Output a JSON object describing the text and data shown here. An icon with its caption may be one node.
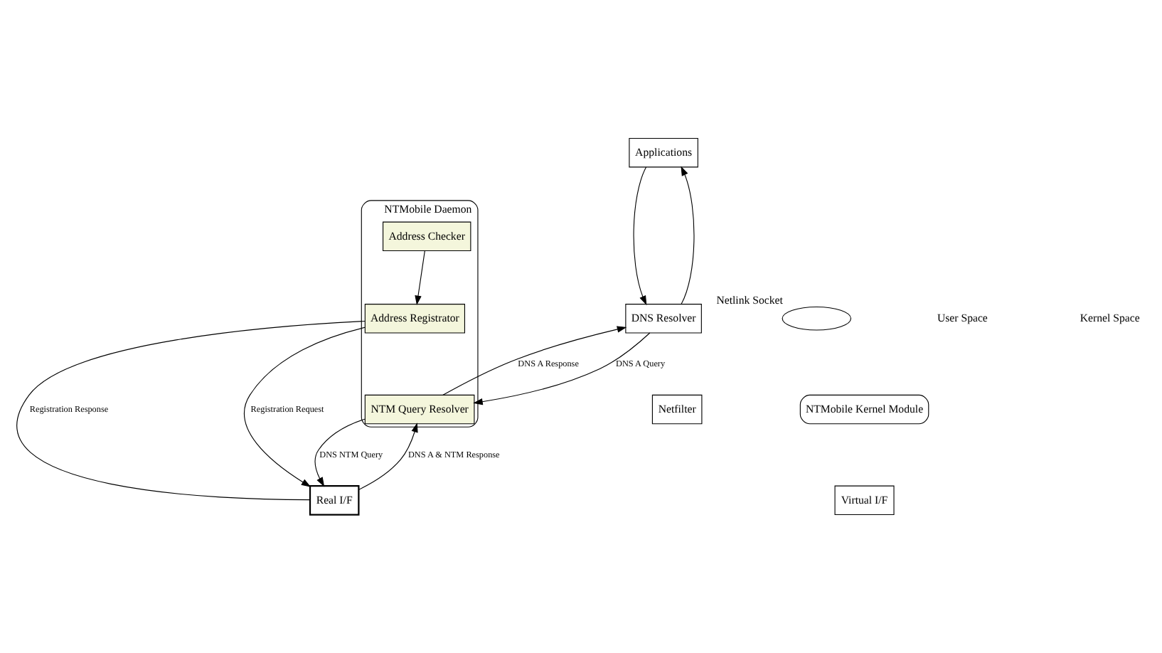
{
  "diagram": {
    "nodes": [
      {
        "text": [
          "Applications"
        ]
      },
      {
        "text": [
          "NTMobile Daemon"
        ]
      },
      {
        "text": [
          "Address Registrator"
        ],
        "in": 1
      },
      {
        "text": [
          "Address Checker"
        ],
        "in": 1
      },
      {
        "text": [
          "NTM Query Resolver"
        ],
        "in": 1
      },
      {
        "text": [
          "DNS Resolver"
        ]
      },
      {
        "text": [
          "Netfilter"
        ]
      },
      {
        "text": [
          "NTMobile Kernel Module"
        ]
      },
      {
        "text": [
          "Real I/F"
        ]
      },
      {
        "text": [
          "Virtual I/F"
        ]
      },
      {
        "text": [],
        "shape": "ellipse",
        "beside": [
          "Netlink Socket"
        ]
      }
    ],
    "edges": [
      {
        "from": 3,
        "to": 2,
        "arrow": "to"
      },
      {
        "from": 0,
        "to": 5,
        "arrow": "to"
      },
      {
        "from": 5,
        "to": 0,
        "arrow": "to"
      },
      {
        "from": 8,
        "to": 2,
        "arrow": "none",
        "label": "Registration Response"
      },
      {
        "from": 2,
        "to": 8,
        "arrow": "to",
        "label": "Registration Request"
      },
      {
        "from": 4,
        "to": 8,
        "arrow": "to",
        "label": "DNS NTM Query"
      },
      {
        "from": 5,
        "to": 4,
        "arrow": "to",
        "label": "DNS A Query"
      },
      {
        "from": 4,
        "to": 5,
        "arrow": "to",
        "label": "DNS A Response"
      },
      {
        "from": 8,
        "to": 4,
        "arrow": "to",
        "label": "DNS A & NTM Response"
      }
    ],
    "labels": [
      "User Space",
      "Kernel Space"
    ]
  }
}
